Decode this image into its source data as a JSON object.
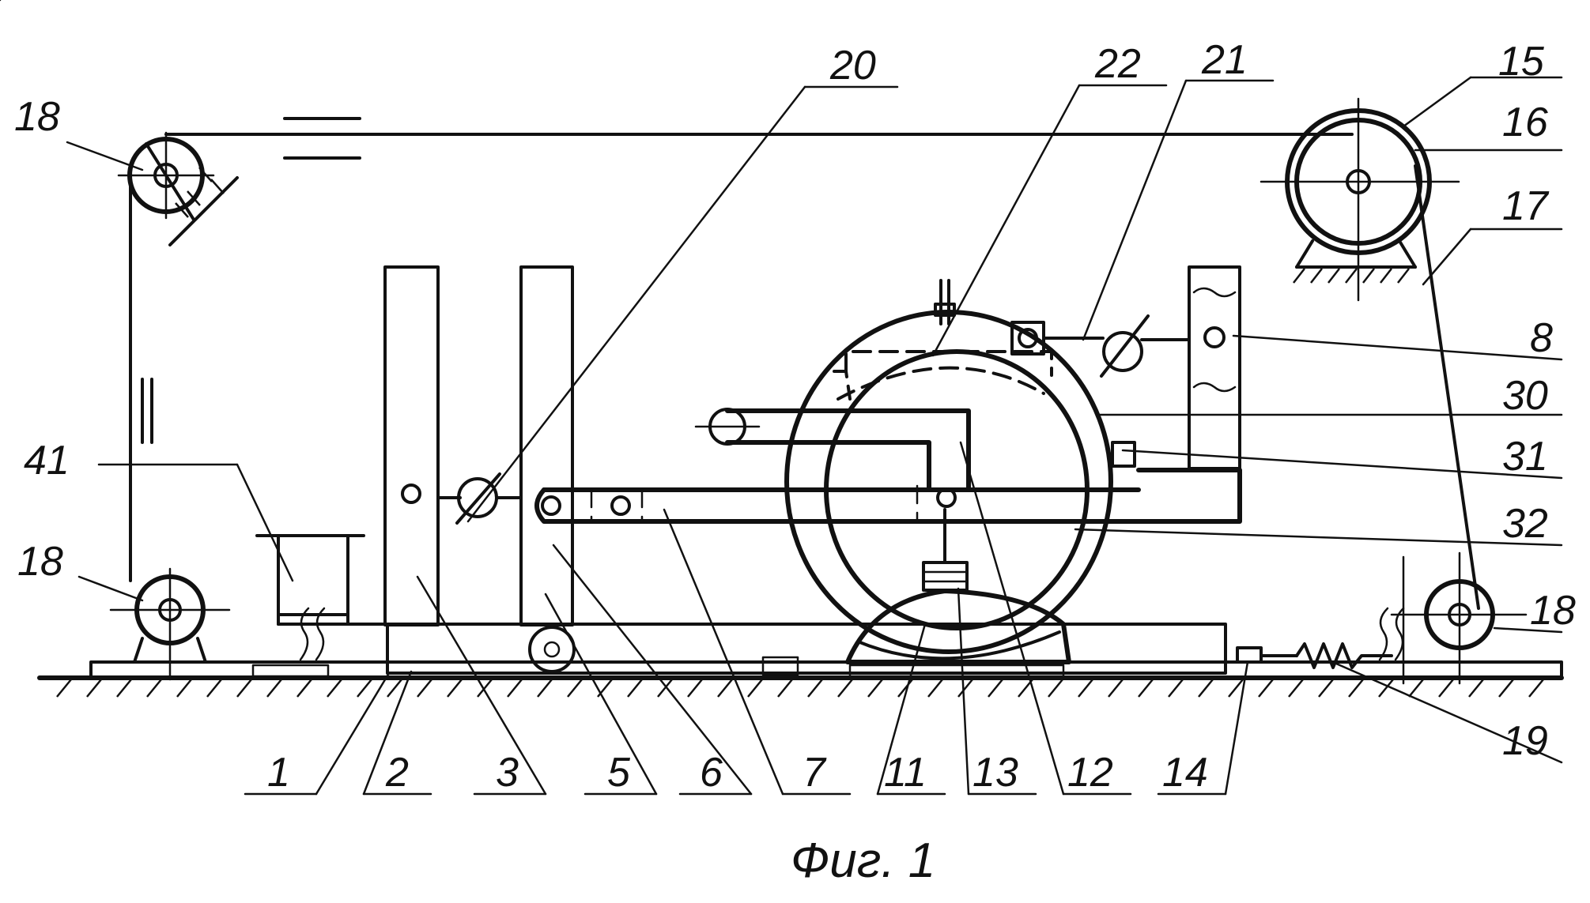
{
  "caption": "Фиг. 1",
  "labels": {
    "l1": "1",
    "l2": "2",
    "l3": "3",
    "l5": "5",
    "l6": "6",
    "l7": "7",
    "l8": "8",
    "l11": "11",
    "l12": "12",
    "l13": "13",
    "l14": "14",
    "l15": "15",
    "l16": "16",
    "l17": "17",
    "l18a": "18",
    "l18b": "18",
    "l18c": "18",
    "l19": "19",
    "l20": "20",
    "l21": "21",
    "l22": "22",
    "l30": "30",
    "l31": "31",
    "l32": "32",
    "l41": "41"
  }
}
